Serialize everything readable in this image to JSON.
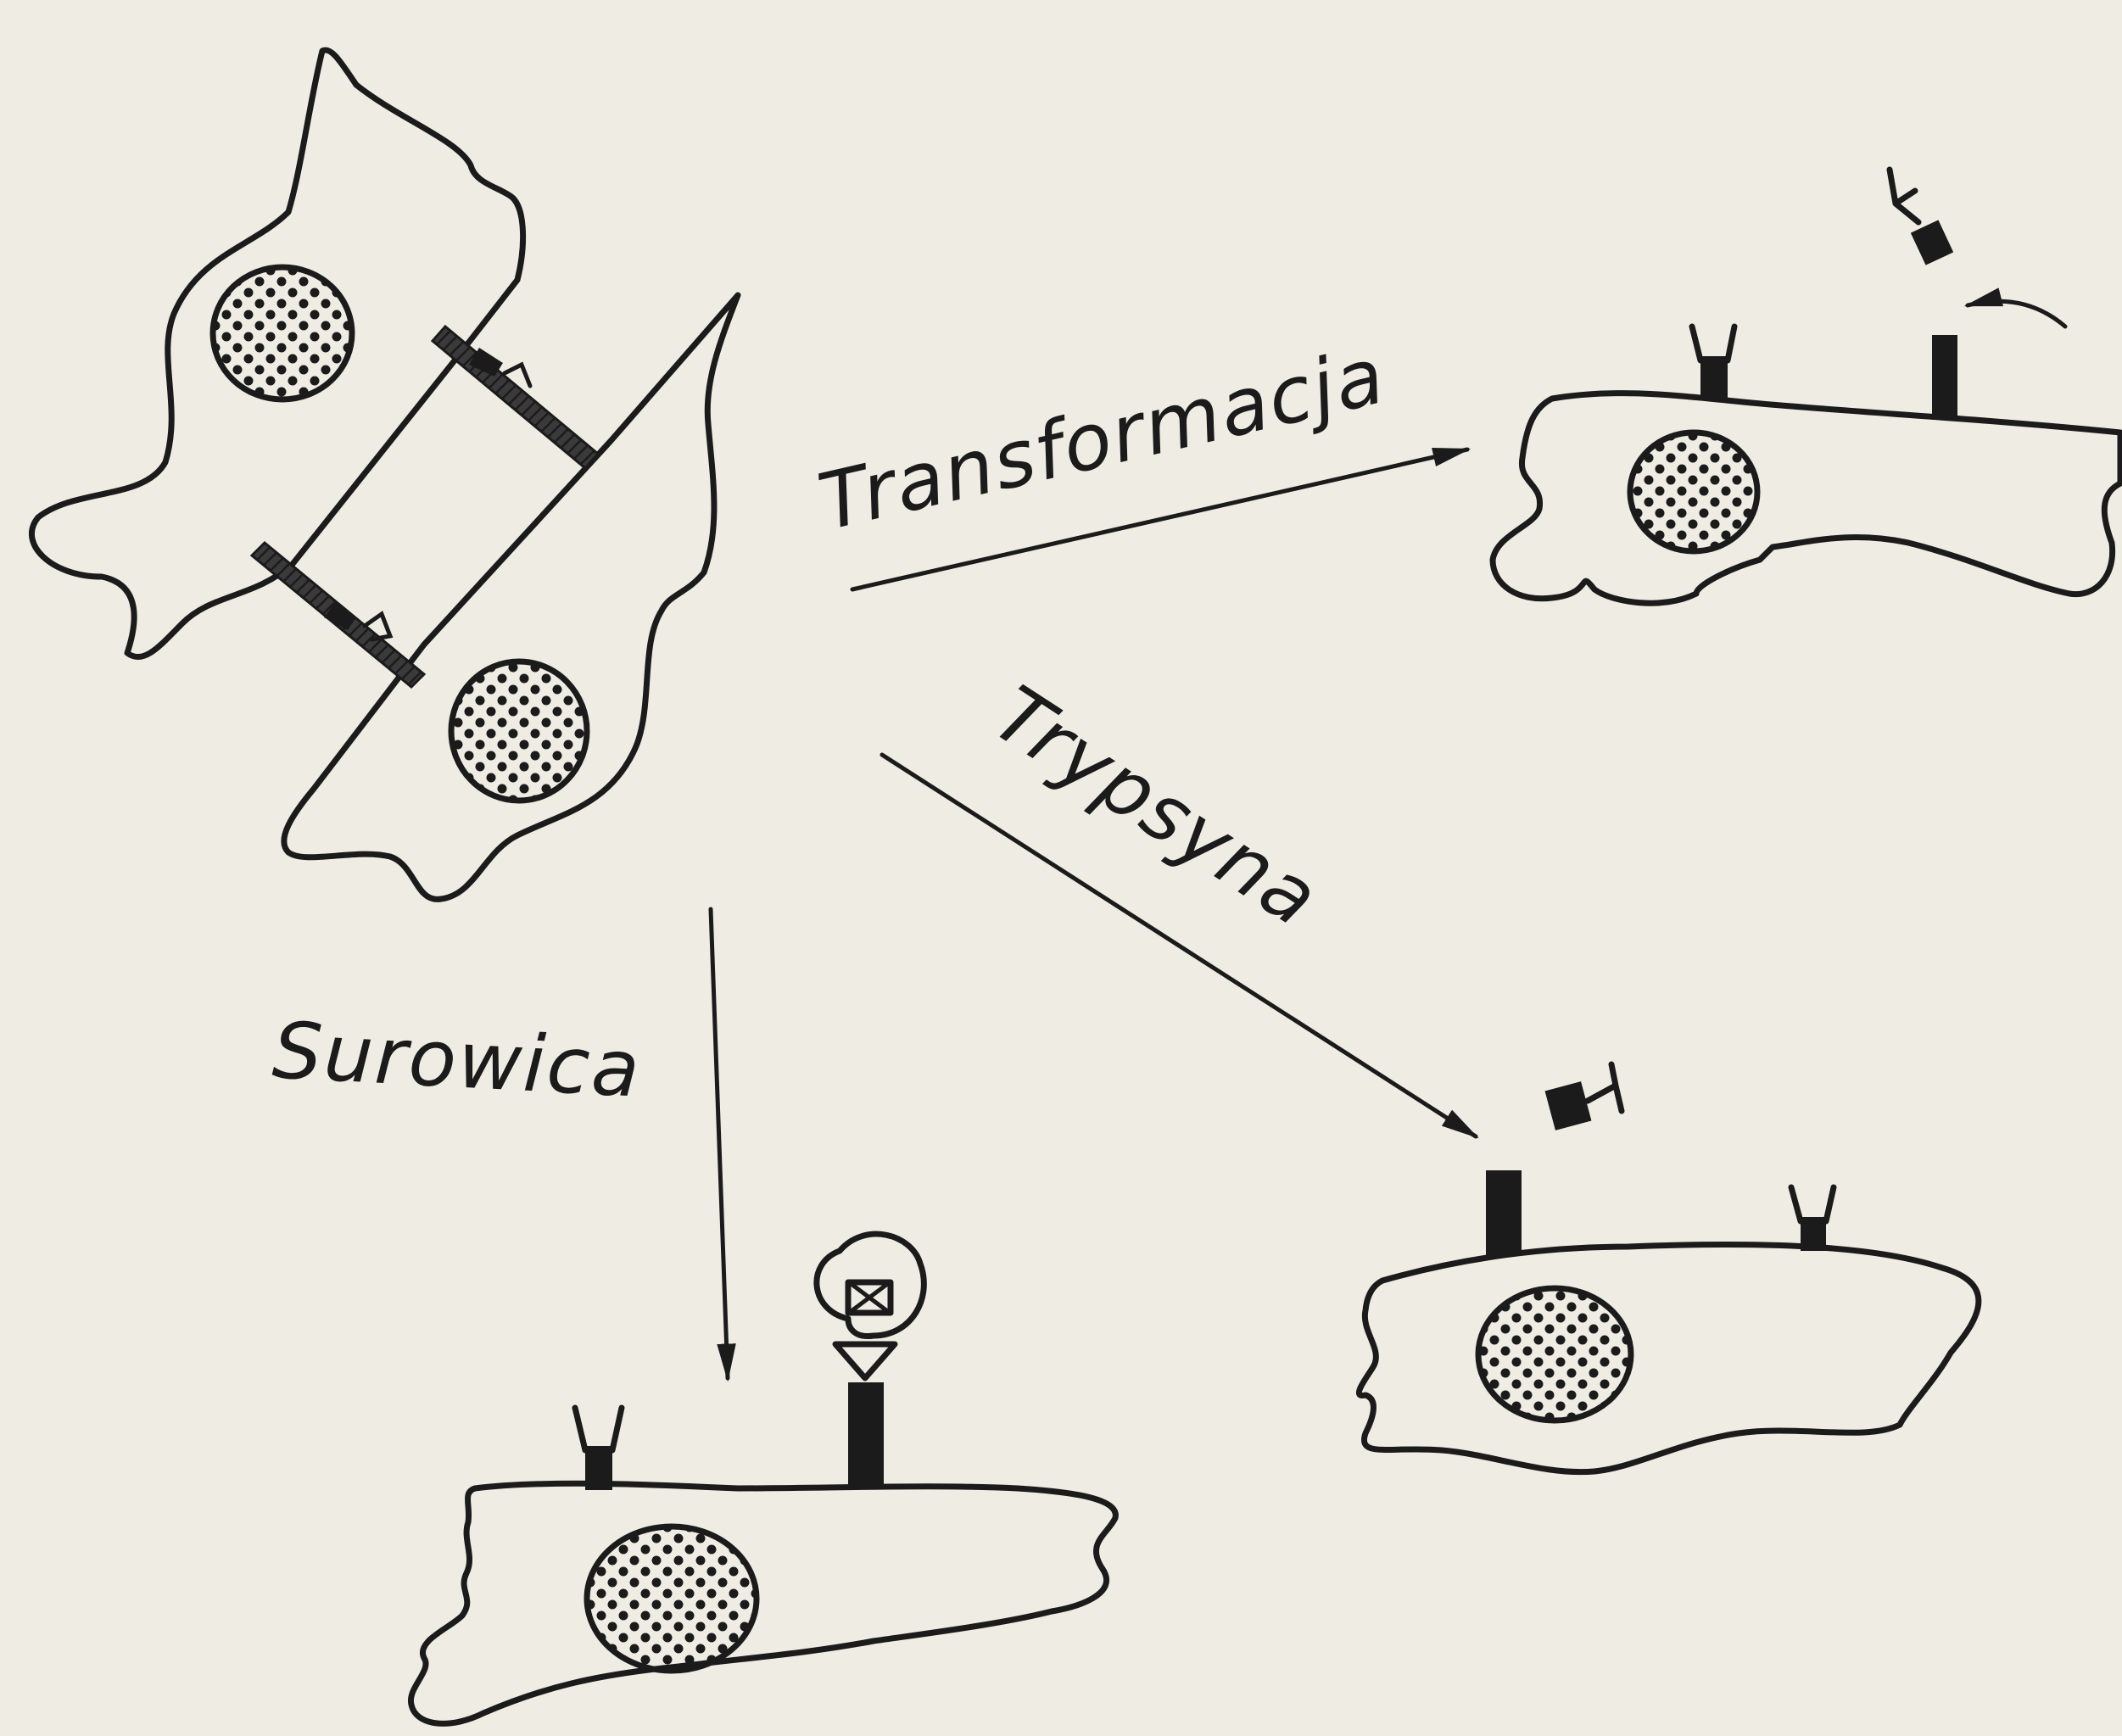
{
  "labels": {
    "transform": "Transformacja",
    "trypsin": "Trypsyna",
    "serum": "Surowica"
  },
  "colors": {
    "background": "#efede3",
    "ink": "#1b1b1b"
  }
}
